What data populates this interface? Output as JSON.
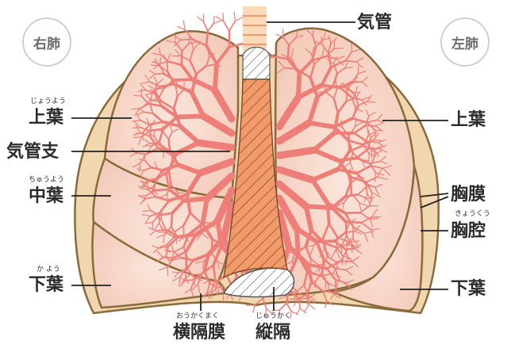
{
  "badges": {
    "right_lung": "右肺",
    "left_lung": "左肺"
  },
  "labels": {
    "trachea": "気管",
    "bronchus": "気管支",
    "upper_lobe_right": "上葉",
    "upper_lobe_right_ruby": "じょうよう",
    "middle_lobe": "中葉",
    "middle_lobe_ruby": "ちゅうよう",
    "lower_lobe_right": "下葉",
    "lower_lobe_right_ruby": "か よう",
    "upper_lobe_left": "上葉",
    "pleura": "胸膜",
    "pleural_cavity": "胸腔",
    "pleural_cavity_ruby": "きょうくう",
    "lower_lobe_left": "下葉",
    "diaphragm": "横隔膜",
    "diaphragm_ruby": "おうかくまく",
    "mediastinum": "縦隔",
    "mediastinum_ruby": "じゅうかく"
  },
  "colors": {
    "lung_fill": "#f7d8cd",
    "lung_outline": "#8a6a3a",
    "vessel": "#ee7f78",
    "trachea": "#f39a6a",
    "pleura_band": "#f1d7b0",
    "leader_line": "#222222"
  }
}
